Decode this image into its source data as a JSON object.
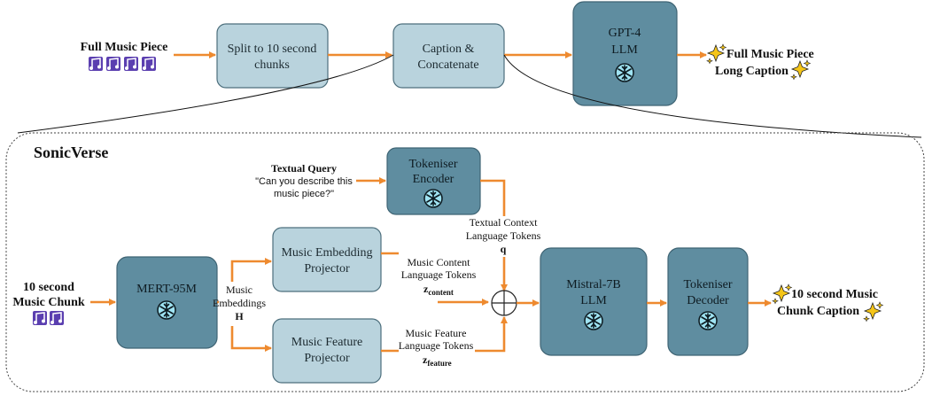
{
  "top": {
    "input_line1": "Full Music Piece",
    "split_line1": "Split to 10 second",
    "split_line2": "chunks",
    "caption_line1": "Caption &",
    "caption_line2": "Concatenate",
    "gpt_line1": "GPT-4",
    "gpt_line2": "LLM",
    "output_line1": "Full Music Piece",
    "output_line2": "Long Caption"
  },
  "sonicverse": {
    "title": "SonicVerse",
    "query_title": "Textual Query",
    "query_line1": "\"Can you describe this",
    "query_line2": "music piece?\"",
    "tokenizer_enc_line1": "Tokeniser",
    "tokenizer_enc_line2": "Encoder",
    "ctx_line1": "Textual Context",
    "ctx_line2": "Language Tokens",
    "ctx_var": "q",
    "chunk_line1": "10 second",
    "chunk_line2": "Music Chunk",
    "mert": "MERT-95M",
    "emb_line1": "Music",
    "emb_line2": "Embeddings",
    "emb_var": "H",
    "proj1_line1": "Music Embedding",
    "proj1_line2": "Projector",
    "proj2_line1": "Music Feature",
    "proj2_line2": "Projector",
    "content_line1": "Music Content",
    "content_line2": "Language Tokens",
    "content_var": "z",
    "content_sub": "content",
    "feature_line1": "Music Feature",
    "feature_line2": "Language Tokens",
    "feature_var": "z",
    "feature_sub": "feature",
    "mistral_line1": "Mistral-7B",
    "mistral_line2": "LLM",
    "dec_line1": "Tokeniser",
    "dec_line2": "Decoder",
    "out_line1": "10 second Music",
    "out_line2": "Chunk Caption"
  },
  "colors": {
    "arrow": "#ee8a2f",
    "box_light": "#b9d3dd",
    "box_dark": "#5f8da0",
    "note_icon": "#5b3fb0",
    "sparkle": "#f5c518"
  },
  "icons": [
    "music-notes-icon",
    "snowflake-icon",
    "sparkle-icon",
    "sum-circle-icon"
  ]
}
